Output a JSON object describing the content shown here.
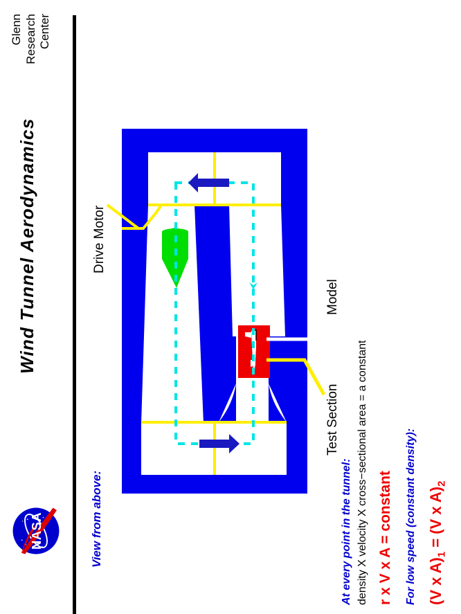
{
  "header": {
    "org_line1": "Glenn",
    "org_line2": "Research",
    "org_line3": "Center",
    "title": "Wind  Tunnel  Aerodynamics",
    "logo_name": "NASA",
    "logo_text": "NASA"
  },
  "annotations": {
    "view_from_above": "View from above:",
    "drive_motor": "Drive Motor",
    "test_section": "Test Section",
    "model": "Model"
  },
  "equations": {
    "intro_every_point": "At every point in the tunnel:",
    "word_equation": "density X velocity X cross−sectional area = a constant",
    "symbol_equation": "r x V x A = constant",
    "intro_low_speed": "For low speed (constant density):",
    "low_speed_equation_main_a": "(V x A)",
    "low_speed_sub_1": "1",
    "low_speed_equals": " = (V x A)",
    "low_speed_sub_2": "2"
  },
  "colors": {
    "tunnel_body": "#0000ee",
    "tunnel_passage": "#ffffff",
    "fan_green": "#00dd00",
    "test_section_red": "#ee0000",
    "flow_path_cyan": "#00e5e5",
    "flow_arrow_blue": "#1a1ac0",
    "guide_yellow": "#ffee00",
    "text_black": "#000000",
    "text_blue": "#0000cd",
    "text_red": "#ee0000",
    "divider_black": "#000000"
  },
  "diagram": {
    "name": "closed-circuit-wind-tunnel-plan-view",
    "flow_direction_top": "left",
    "flow_direction_bottom": "right",
    "flow_direction_test_leg": "down"
  }
}
